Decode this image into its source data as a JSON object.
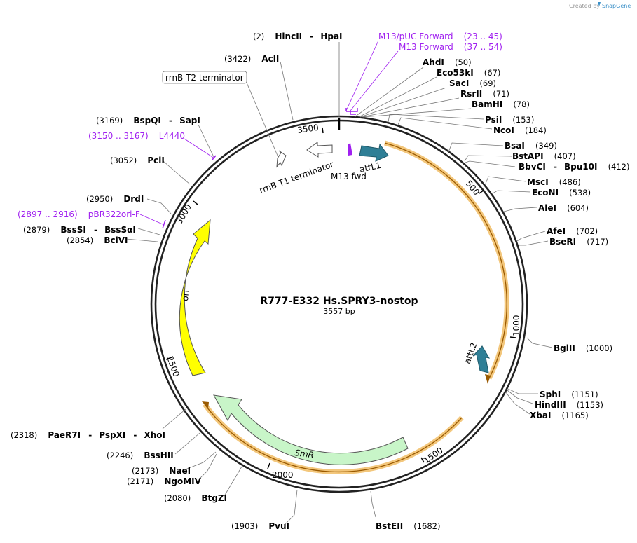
{
  "credit": {
    "prefix": "Created by",
    "brand": "SnapGene"
  },
  "plasmid": {
    "name": "R777-E332 Hs.SPRY3-nostop",
    "size_label": "3557 bp",
    "length": 3557
  },
  "ticks": [
    "500",
    "1000",
    "1500",
    "2000",
    "2500",
    "3000",
    "3500"
  ],
  "features": {
    "attL1": "attL1",
    "attL2": "attL2",
    "smr": "SmR",
    "ori": "ori",
    "m13fwd": "M13 fwd",
    "rrnb_t1": "rrnB T1 terminator",
    "rrnb_t2": "rrnB T2 terminator"
  },
  "colors": {
    "attL": "#2f7f96",
    "smr": "#c8f5c8",
    "ori": "#ffff00",
    "primer": "#a020f0",
    "orf_highlight": "#f3c77c"
  },
  "sites_right": [
    {
      "name": "HincII",
      "pos": "(2)",
      "name2": "HpaI"
    },
    {
      "name": "M13/pUC Forward",
      "pos": "(23 .. 45)",
      "primer": true
    },
    {
      "name": "M13 Forward",
      "pos": "(37 .. 54)",
      "primer": true
    },
    {
      "name": "AhdI",
      "pos": "(50)"
    },
    {
      "name": "Eco53kI",
      "pos": "(67)"
    },
    {
      "name": "SacI",
      "pos": "(69)"
    },
    {
      "name": "RsrII",
      "pos": "(71)"
    },
    {
      "name": "BamHI",
      "pos": "(78)"
    },
    {
      "name": "PsiI",
      "pos": "(153)"
    },
    {
      "name": "NcoI",
      "pos": "(184)"
    },
    {
      "name": "BsaI",
      "pos": "(349)"
    },
    {
      "name": "BstAPI",
      "pos": "(407)"
    },
    {
      "name": "BbvCI",
      "pos": "(412)",
      "name2": "Bpu10I"
    },
    {
      "name": "MscI",
      "pos": "(486)"
    },
    {
      "name": "EcoNI",
      "pos": "(538)"
    },
    {
      "name": "AleI",
      "pos": "(604)"
    },
    {
      "name": "AfeI",
      "pos": "(702)"
    },
    {
      "name": "BseRI",
      "pos": "(717)"
    },
    {
      "name": "BglII",
      "pos": "(1000)"
    },
    {
      "name": "SphI",
      "pos": "(1151)"
    },
    {
      "name": "HindIII",
      "pos": "(1153)"
    },
    {
      "name": "XbaI",
      "pos": "(1165)"
    },
    {
      "name": "BstEII",
      "pos": "(1682)"
    }
  ],
  "sites_left": [
    {
      "name": "AclI",
      "pos": "(3422)"
    },
    {
      "name": "BspQI",
      "pos": "(3169)",
      "name2": "SapI"
    },
    {
      "name": "L4440",
      "pos": "(3150 .. 3167)",
      "primer": true
    },
    {
      "name": "PciI",
      "pos": "(3052)"
    },
    {
      "name": "DrdI",
      "pos": "(2950)"
    },
    {
      "name": "pBR322ori-F",
      "pos": "(2897 .. 2916)",
      "primer": true
    },
    {
      "name": "BssSI",
      "pos": "(2879)",
      "name2": "BssSαI"
    },
    {
      "name": "BciVI",
      "pos": "(2854)"
    },
    {
      "name": "PaeR7I",
      "pos": "(2318)",
      "name2": "PspXI",
      "name3": "XhoI"
    },
    {
      "name": "BssHII",
      "pos": "(2246)"
    },
    {
      "name": "NaeI",
      "pos": "(2173)"
    },
    {
      "name": "NgoMIV",
      "pos": "(2171)"
    },
    {
      "name": "BtgZI",
      "pos": "(2080)"
    },
    {
      "name": "PvuI",
      "pos": "(1903)"
    }
  ]
}
